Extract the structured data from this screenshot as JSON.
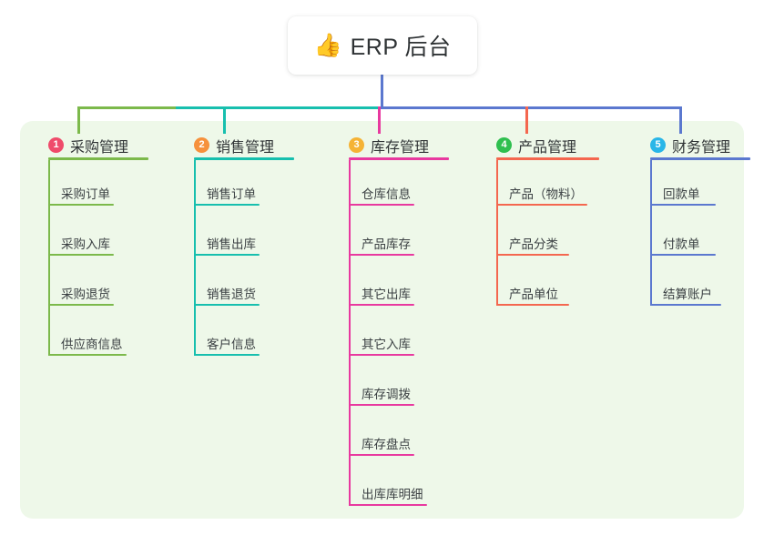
{
  "diagram": {
    "root": {
      "emoji": "👍",
      "emoji_name": "thumbs-up-icon",
      "label": "ERP 后台"
    },
    "columns": [
      {
        "index": "1",
        "title": "采购管理",
        "badge_color": "#ef4b6b",
        "line_color": "#7cb94b",
        "rule_width": 110,
        "items": [
          {
            "label": "采购订单",
            "rule_width": 72
          },
          {
            "label": "采购入库",
            "rule_width": 72
          },
          {
            "label": "采购退货",
            "rule_width": 72
          },
          {
            "label": "供应商信息",
            "rule_width": 86
          }
        ]
      },
      {
        "index": "2",
        "title": "销售管理",
        "badge_color": "#f6913c",
        "line_color": "#17bfae",
        "rule_width": 110,
        "items": [
          {
            "label": "销售订单",
            "rule_width": 72
          },
          {
            "label": "销售出库",
            "rule_width": 72
          },
          {
            "label": "销售退货",
            "rule_width": 72
          },
          {
            "label": "客户信息",
            "rule_width": 72
          }
        ]
      },
      {
        "index": "3",
        "title": "库存管理",
        "badge_color": "#f5b335",
        "line_color": "#e8399f",
        "rule_width": 110,
        "items": [
          {
            "label": "仓库信息",
            "rule_width": 72
          },
          {
            "label": "产品库存",
            "rule_width": 72
          },
          {
            "label": "其它出库",
            "rule_width": 72
          },
          {
            "label": "其它入库",
            "rule_width": 72
          },
          {
            "label": "库存调拨",
            "rule_width": 72
          },
          {
            "label": "库存盘点",
            "rule_width": 72
          },
          {
            "label": "出库库明细",
            "rule_width": 86
          }
        ]
      },
      {
        "index": "4",
        "title": "产品管理",
        "badge_color": "#2fbf4f",
        "line_color": "#f4674f",
        "rule_width": 113,
        "items": [
          {
            "label": "产品（物料）",
            "rule_width": 100
          },
          {
            "label": "产品分类",
            "rule_width": 80
          },
          {
            "label": "产品单位",
            "rule_width": 80
          }
        ]
      },
      {
        "index": "5",
        "title": "财务管理",
        "badge_color": "#29b6e8",
        "line_color": "#5b78cf",
        "rule_width": 110,
        "items": [
          {
            "label": "回款单",
            "rule_width": 72
          },
          {
            "label": "付款单",
            "rule_width": 72
          },
          {
            "label": "结算账户",
            "rule_width": 78
          }
        ]
      }
    ],
    "connector_colors": {
      "segment_1": "#7cb94b",
      "segment_2": "#17bfae",
      "segment_3": "#5b78cf",
      "drop_3": "#e8399f",
      "drop_4": "#f4674f",
      "root_stem": "#5b78cf"
    },
    "panel_color": "#eef8e9",
    "canvas_color": "#ffffff"
  }
}
